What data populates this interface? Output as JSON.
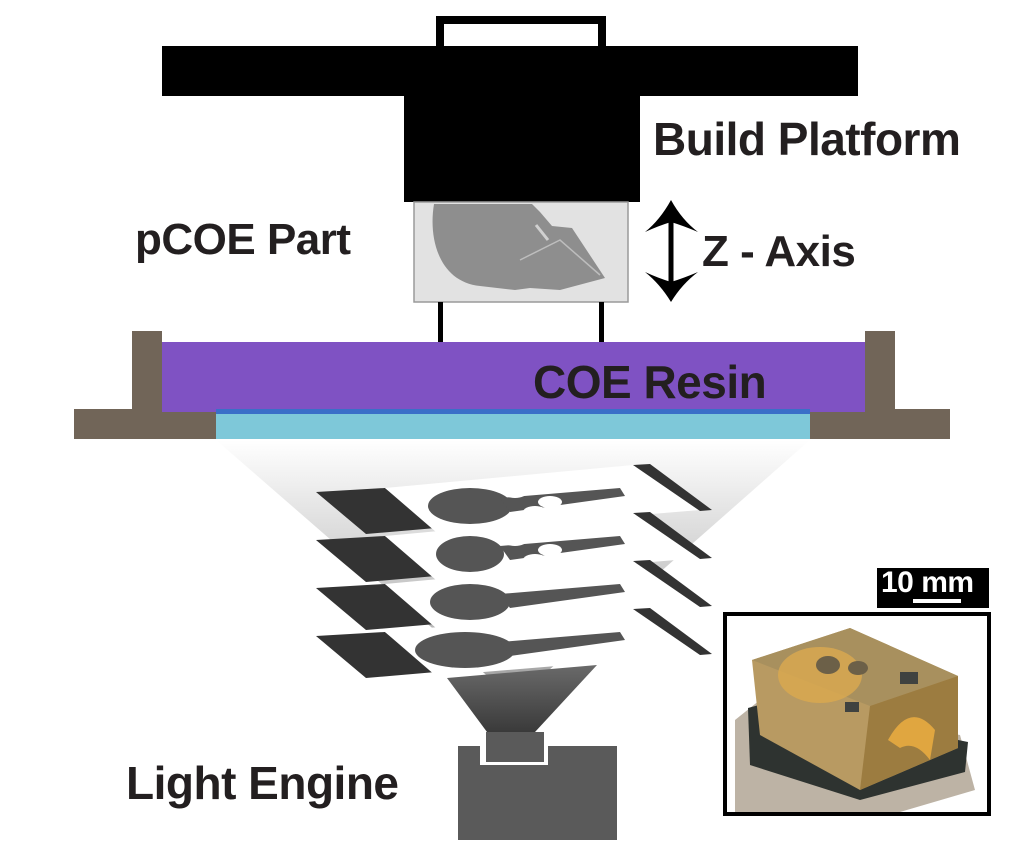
{
  "labels": {
    "build_platform": "Build Platform",
    "pcoe_part": "pCOE Part",
    "z_axis": "Z - Axis",
    "coe_resin": "COE Resin",
    "light_engine": "Light Engine",
    "scale_bar": "10 mm"
  },
  "colors": {
    "platform": "#000000",
    "resin": "#7f52c3",
    "resin_edge": "#3a6fc8",
    "window": "#7ec8d9",
    "vat": "#716558",
    "light_engine": "#5a5a5a",
    "text": "#231f20"
  },
  "icons": {
    "z_axis_arrow": "double-headed-vertical-arrow"
  },
  "slices": {
    "count": 4
  },
  "photo": {
    "description": "printed pCOE part with embedded skull"
  }
}
